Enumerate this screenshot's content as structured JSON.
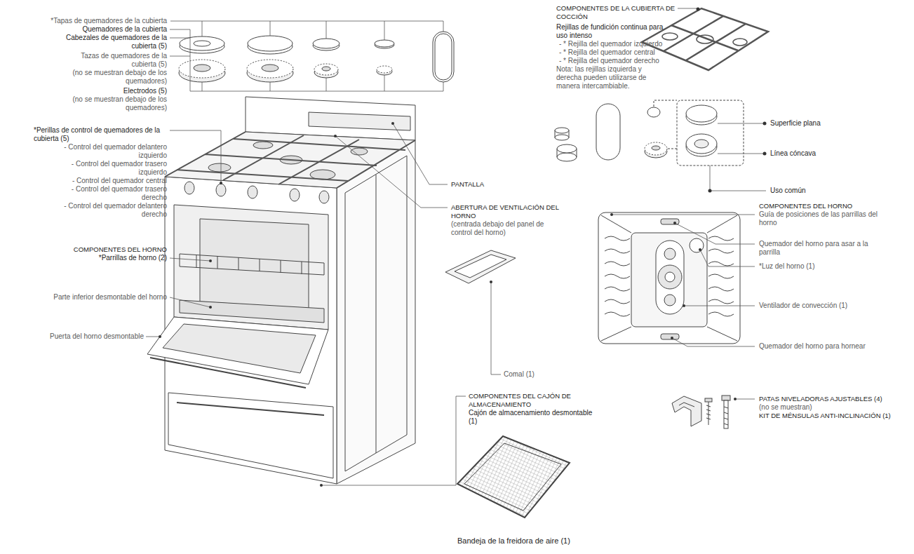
{
  "diagram": {
    "labels": [
      "*Tapas de quemadores de la cubierta",
      "Quemadores de la cubierta",
      "Cabezales de quemadores de la cubierta (5)",
      "Tazas de quemadores de la cubierta (5)",
      "(no se muestran debajo de los quemadores)",
      "Electrodos (5)",
      "(no se muestran debajo de los quemadores)",
      "*Perillas de control de quemadores de la cubierta (5)",
      "- Control del quemador delantero izquierdo",
      "- Control del quemador trasero izquierdo",
      "- Control del quemador central",
      "- Control del quemador trasero derecho",
      "- Control del quemador delantero derecho",
      "COMPONENTES DEL HORNO",
      "*Parrillas de horno (2)",
      "Parte inferior desmontable del horno",
      "Puerta del horno desmontable",
      "PANTALLA",
      "ABERTURA DE VENTILACIÓN DEL HORNO",
      "(centrada debajo del panel de control del horno)",
      "Comal (1)",
      "COMPONENTES DEL CAJÓN DE ALMACENAMIENTO",
      "Cajón de almacenamiento desmontable (1)",
      "Bandeja de la freidora de aire (1)",
      "COMPONENTES DE LA CUBIERTA DE COCCIÓN",
      "Rejillas de fundición continua para uso intenso",
      "- * Rejilla del quemador izquierdo",
      "- * Rejilla del quemador central",
      "- * Rejilla del quemador derecho",
      "Nota: las rejillas izquierda y derecha pueden utilizarse de manera intercambiable.",
      "Superficie plana",
      "Línea cóncava",
      "Uso común",
      "COMPONENTES DEL HORNO",
      "Guía de posiciones de las parrillas del horno",
      "Quemador del horno para asar a la parrilla",
      "*Luz del horno (1)",
      "Ventilador de convección (1)",
      "Quemador del horno para hornear",
      "PATAS NIVELADORAS AJUSTABLES (4)",
      "(no se muestran)",
      "KIT DE MÉNSULAS ANTI-INCLINACIÓN (1)"
    ]
  }
}
